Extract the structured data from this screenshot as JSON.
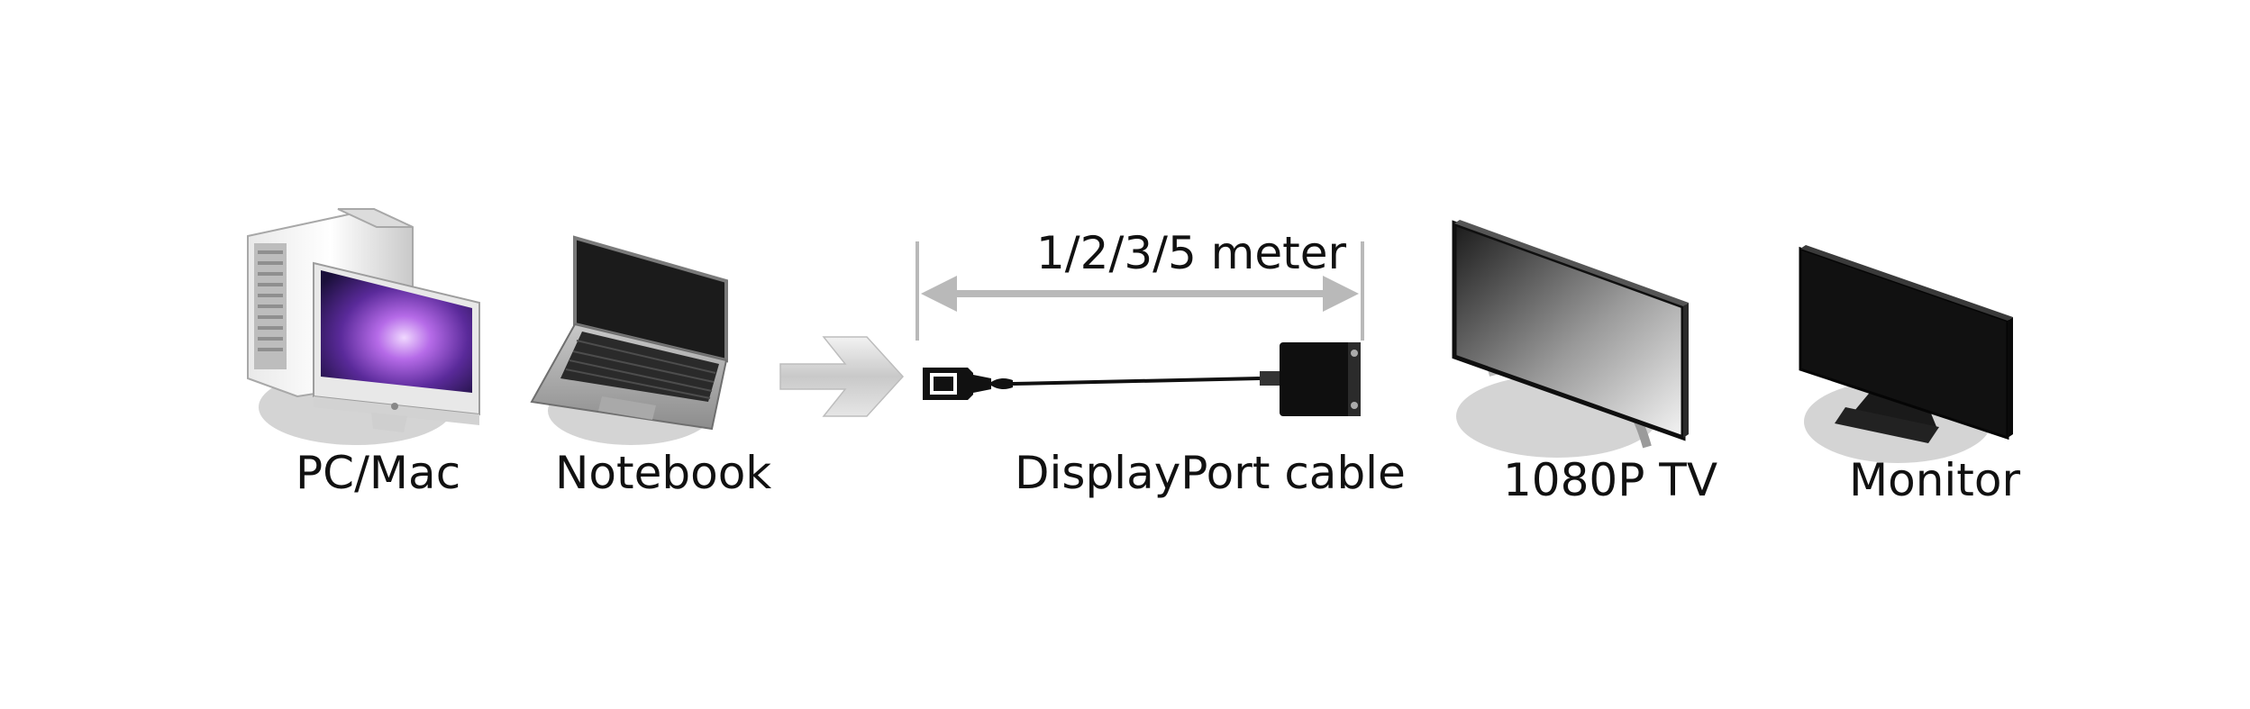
{
  "devices": {
    "pc_mac": {
      "label": "PC/Mac"
    },
    "notebook": {
      "label": "Notebook"
    },
    "cable": {
      "label": "DisplayPort cable",
      "length_label": "1/2/3/5 meter"
    },
    "tv": {
      "label": "1080P TV"
    },
    "monitor": {
      "label": "Monitor"
    }
  },
  "colors": {
    "text": "#111111",
    "dimension_line": "#b9b9b9",
    "shadow": "#d4d4d4",
    "screen_dark": "#111111",
    "wallpaper_purple": "#8a3fc2"
  }
}
